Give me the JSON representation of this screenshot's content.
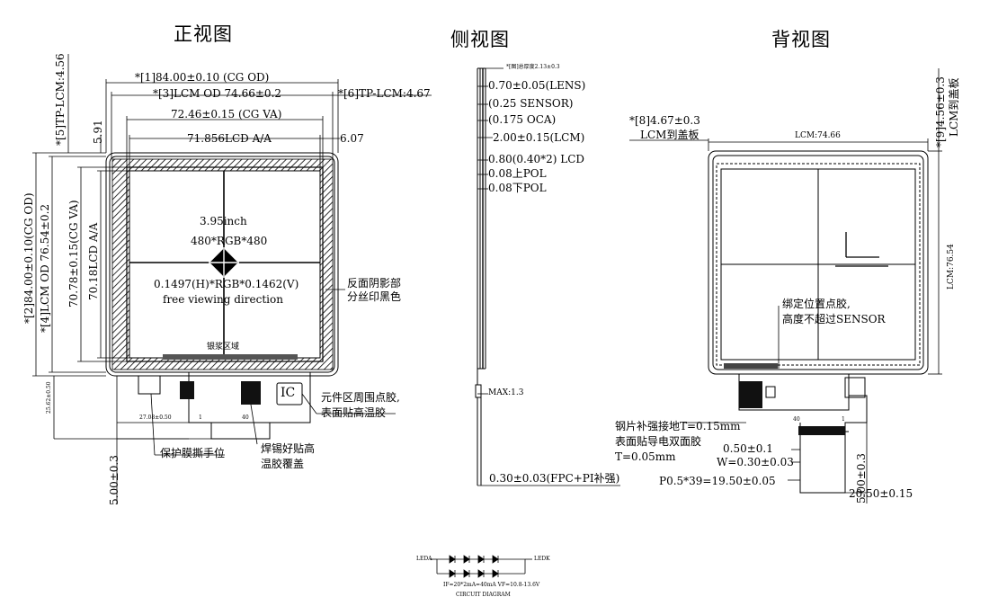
{
  "views": {
    "front": "正视图",
    "side": "侧视图",
    "back": "背视图"
  },
  "front": {
    "dim_lens_od": "*[1]84.00±0.10 (CG OD)",
    "dim_lcm_od": "*[3]LCM OD 74.66±0.2",
    "dim_tp_lcm_right": "*[6]TP-LCM:4.67",
    "dim_cg_va": "72.46±0.15 (CG VA)",
    "dim_lcd_aa": "71.856LCD A/A",
    "dim_607": "6.07",
    "dim_591": "5.91",
    "dim_tp_lcm_left": "*[5]TP-LCM:4.56",
    "dim_v_cg_od": "*[2]84.00±0.10(CG OD)",
    "dim_v_lcm_od": "*[4]LCM OD 76.54±0.2",
    "dim_v_cg_va": "70.78±0.15(CG VA)",
    "dim_v_lcd_aa": "70.18LCD A/A",
    "size": "3.95inch",
    "resolution": "480*RGB*480",
    "pixel_pitch": "0.1497(H)*RGB*0.1462(V)",
    "viewing": "free viewing direction",
    "note_shadow_1": "反面阴影部",
    "note_shadow_2": "分丝印黑色",
    "silver_area": "银浆区域",
    "ic": "IC",
    "note_ic_1": "元件区周围点胶,",
    "note_ic_2": "表面贴高温胶",
    "note_tab": "保护膜撕手位",
    "note_solder_1": "焊锡好贴高",
    "note_solder_2": "温胶覆盖",
    "dim_2708": "27.08±0.50",
    "dim_2562": "25.62±0.50",
    "dim_500": "5.00±0.3",
    "pin_1": "1",
    "pin_40": "40"
  },
  "side": {
    "tiny": "*[图]总厚度2.13±0.3",
    "layers": [
      "0.70±0.05(LENS)",
      "(0.25 SENSOR)",
      "(0.175 OCA)",
      "2.00±0.15(LCM)",
      "0.80(0.40*2) LCD",
      "0.08上POL",
      "0.08下POL"
    ],
    "max": "MAX:1.3",
    "fpc": "0.30±0.03(FPC+PI补强)"
  },
  "back": {
    "dim_8": "*[8]4.67±0.3",
    "dim_8b": "LCM到盖板",
    "dim_9": "*[9]4.56±0.3",
    "dim_9b": "LCM到盖板",
    "lcm_w": "LCM:74.66",
    "lcm_h": "LCM:76.54",
    "note_glue_1": "绑定位置点胶,",
    "note_glue_2": "高度不超过SENSOR",
    "note_steel_1": "钢片补强接地T=0.15mm",
    "note_steel_2": "表面贴导电双面胶",
    "note_steel_3": "T=0.05mm",
    "pitch_a": "0.50±0.1",
    "pitch_w": "W=0.30±0.03",
    "pitch_total": "P0.5*39=19.50±0.05",
    "dim_2050": "20.50±0.15",
    "dim_500": "5.00±0.3",
    "pin_1": "1",
    "pin_40": "40"
  },
  "circuit": {
    "leda": "LEDA",
    "ledk": "LEDK",
    "spec": "IF=20*2mA=40mA  VF=10.8-13.6V",
    "caption": "CIRCUIT DIAGRAM"
  }
}
